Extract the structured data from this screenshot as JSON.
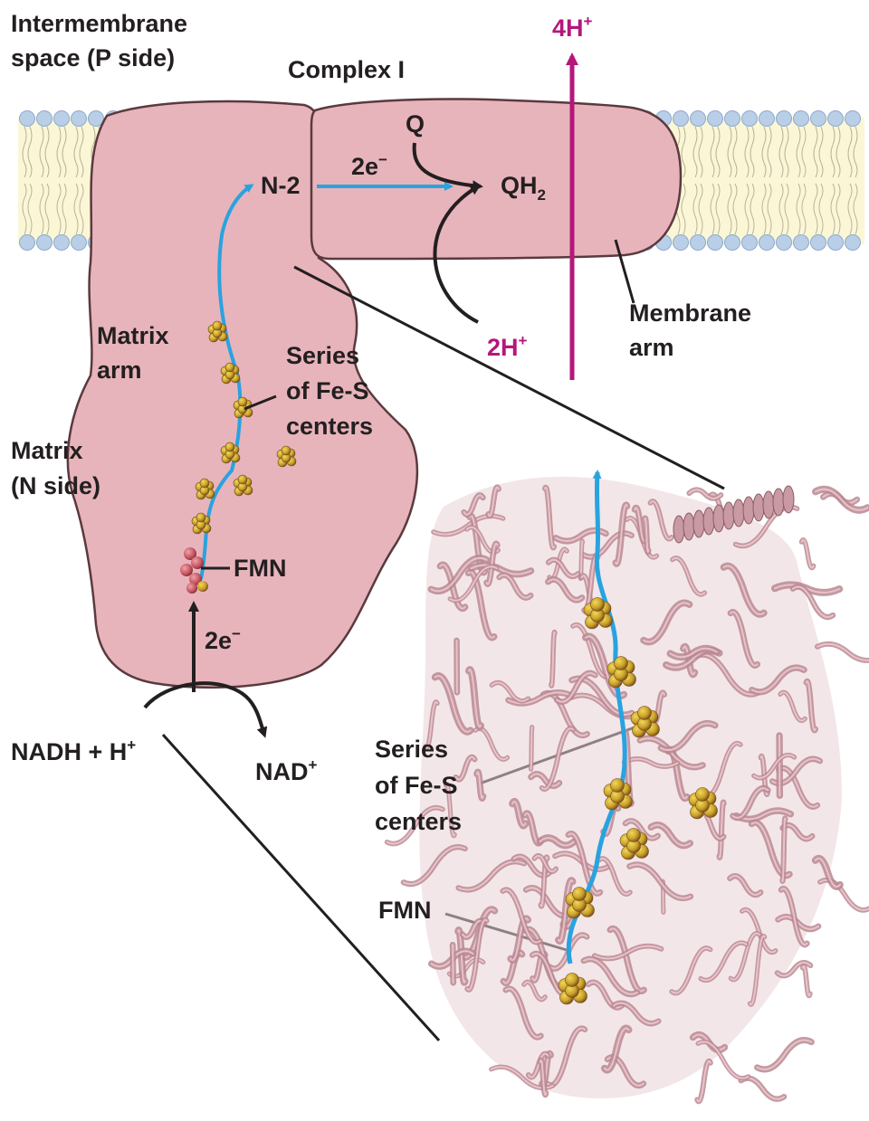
{
  "labels": {
    "intermembrane_1": "Intermembrane",
    "intermembrane_2": "space (P side)",
    "complex": "Complex I",
    "four_h": "4H",
    "four_h_sup": "+",
    "q": "Q",
    "two_e_top": "2e",
    "two_e_top_sup": "−",
    "n2": "N-2",
    "qh2": "QH",
    "qh2_sub": "2",
    "two_h": "2H",
    "two_h_sup": "+",
    "membrane_arm_1": "Membrane",
    "membrane_arm_2": "arm",
    "matrix_arm_1": "Matrix",
    "matrix_arm_2": "arm",
    "series_1": "Series",
    "series_2": "of Fe-S",
    "series_3": "centers",
    "matrix_1": "Matrix",
    "matrix_2": "(N side)",
    "fmn": "FMN",
    "two_e_bottom": "2e",
    "two_e_bottom_sup": "−",
    "nadh": "NADH + H",
    "nadh_sup": "+",
    "nad": "NAD",
    "nad_sup": "+",
    "structure_series_1": "Series",
    "structure_series_2": "of Fe-S",
    "structure_series_3": "centers",
    "structure_fmn": "FMN"
  },
  "colors": {
    "protein_fill": "#e8b4bb",
    "protein_stroke": "#5a3a3e",
    "membrane_band": "#fbf7d6",
    "lipid_head": "#b9cfe8",
    "electron_path": "#29a3e0",
    "proton_arrow": "#b5177b",
    "label_text": "#231f20",
    "fes_center": "#c9a12a",
    "ribbon": "#c99aa3"
  }
}
